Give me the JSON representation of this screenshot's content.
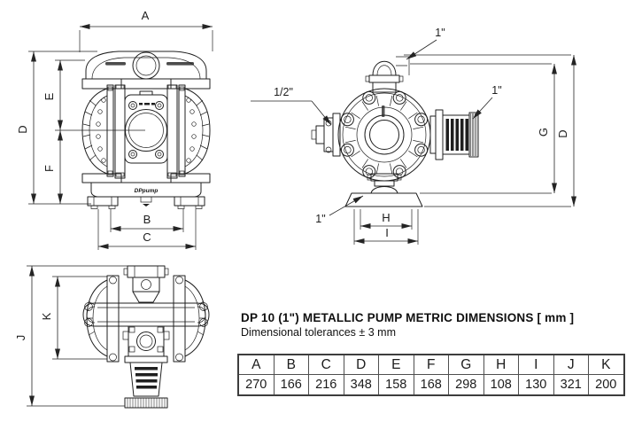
{
  "title_block": {
    "title": "DP 10 (1\") METALLIC PUMP METRIC DIMENSIONS [ mm ]",
    "subtitle": "Dimensional tolerances ± 3 mm"
  },
  "table": {
    "headers": [
      "A",
      "B",
      "C",
      "D",
      "E",
      "F",
      "G",
      "H",
      "I",
      "J",
      "K"
    ],
    "values_mm": [
      "270",
      "166",
      "216",
      "348",
      "158",
      "168",
      "298",
      "108",
      "130",
      "321",
      "200"
    ]
  },
  "front_view": {
    "dim_top": "A",
    "dim_left_outer": "D",
    "dim_left_upper": "E",
    "dim_left_lower": "F",
    "dim_bottom_inner": "B",
    "dim_bottom_outer": "C",
    "logo_text": "DPpump"
  },
  "side_view": {
    "dim_vert_inner": "G",
    "dim_vert_outer": "D",
    "dim_bottom_inner": "H",
    "dim_bottom_outer": "I",
    "port_top": "1\"",
    "port_left": "1/2\"",
    "port_muffler": "1\"",
    "port_bottom": "1\""
  },
  "top_view": {
    "dim_left_outer": "J",
    "dim_left_inner": "K"
  }
}
